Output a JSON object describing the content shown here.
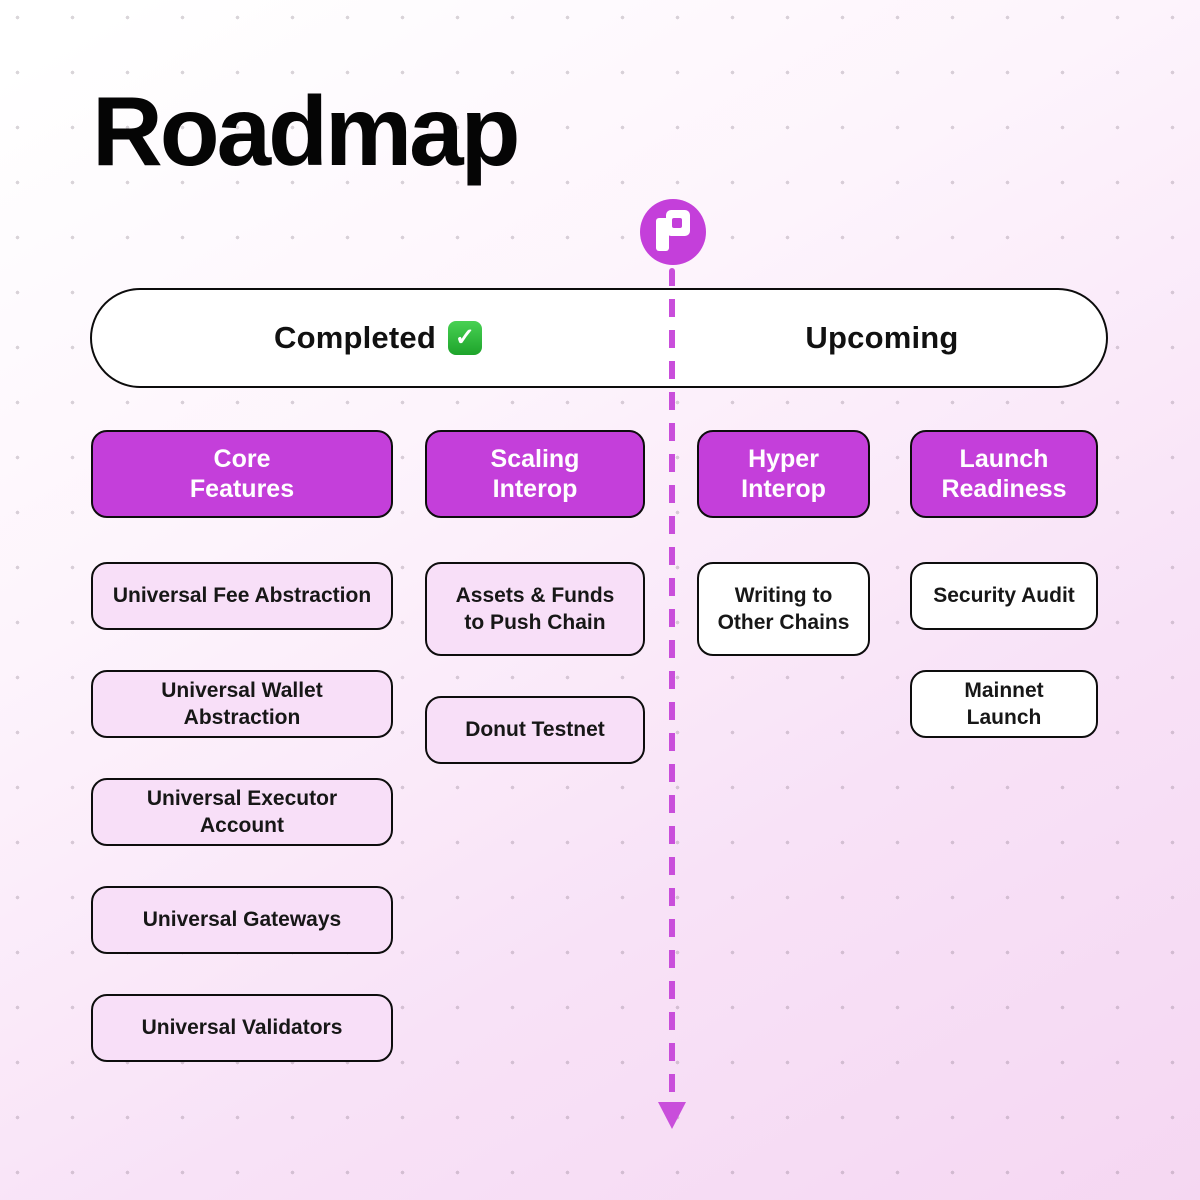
{
  "page": {
    "title": "Roadmap"
  },
  "logo": {
    "name": "push-chain-logo",
    "letter": "P"
  },
  "legend": {
    "completed": "Completed",
    "check_icon": "✓",
    "upcoming": "Upcoming"
  },
  "columns": [
    {
      "header": [
        "Core",
        "Features"
      ],
      "status": "completed",
      "items": [
        "Universal Fee Abstraction",
        "Universal Wallet Abstraction",
        "Universal Executor Account",
        "Universal Gateways",
        "Universal Validators"
      ]
    },
    {
      "header": [
        "Scaling",
        "Interop"
      ],
      "status": "completed",
      "items": [
        "Assets & Funds to Push Chain",
        "Donut Testnet"
      ]
    },
    {
      "header": [
        "Hyper",
        "Interop"
      ],
      "status": "upcoming",
      "items": [
        "Writing to Other Chains"
      ]
    },
    {
      "header": [
        "Launch",
        "Readiness"
      ],
      "status": "upcoming",
      "items": [
        "Security Audit",
        "Mainnet Launch"
      ]
    }
  ],
  "colors": {
    "accent_magenta": "#C43FDA",
    "dashed_line": "#C94EDB",
    "light_pink_box": "#F8DFF8",
    "white_box": "#FFFFFF",
    "border_black": "#0D0D0D",
    "check_green": "#27AE35",
    "background_top": "#FFFFFF",
    "background_bottom": "#F5D7F2"
  }
}
